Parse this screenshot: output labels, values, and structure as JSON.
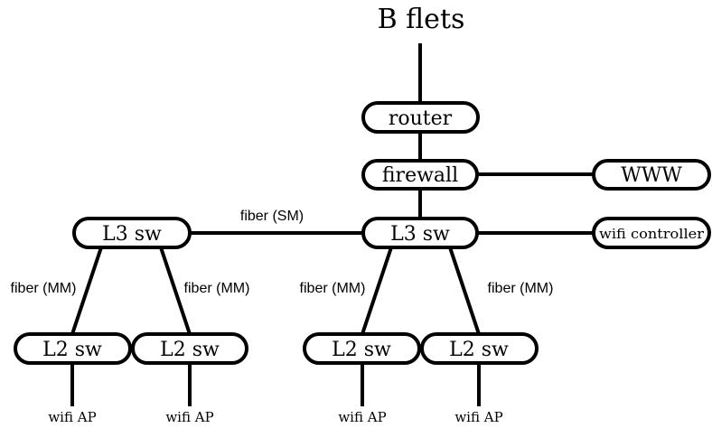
{
  "title": "B flets",
  "nodes": {
    "router": "router",
    "firewall": "firewall",
    "www": "WWW",
    "l3_left": "L3 sw",
    "l3_right": "L3 sw",
    "wifi_controller": "wifi controller",
    "l2_1": "L2 sw",
    "l2_2": "L2 sw",
    "l2_3": "L2 sw",
    "l2_4": "L2 sw"
  },
  "edge_labels": {
    "l3_link": "fiber (SM)",
    "mm_1": "fiber (MM)",
    "mm_2": "fiber (MM)",
    "mm_3": "fiber (MM)",
    "mm_4": "fiber (MM)"
  },
  "leaves": {
    "ap_1": "wifi AP",
    "ap_2": "wifi AP",
    "ap_3": "wifi AP",
    "ap_4": "wifi AP"
  }
}
